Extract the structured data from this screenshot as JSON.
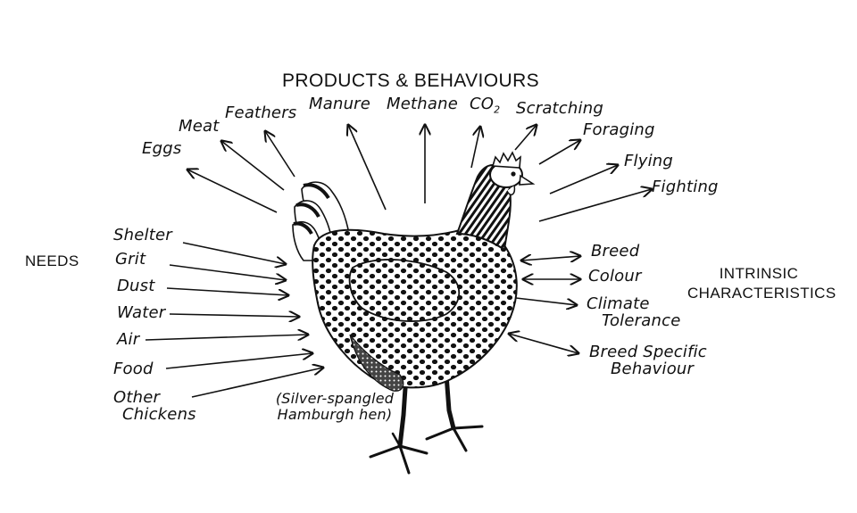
{
  "heading": "PRODUCTS & BEHAVIOURS",
  "needs_heading": "NEEDS",
  "intrinsic_heading_line1": "INTRINSIC",
  "intrinsic_heading_line2": "CHARACTERISTICS",
  "products": {
    "eggs": "Eggs",
    "meat": "Meat",
    "feathers": "Feathers",
    "manure": "Manure",
    "methane": "Methane",
    "co2_base": "CO",
    "co2_sub": "2",
    "scratching": "Scratching",
    "foraging": "Foraging",
    "flying": "Flying",
    "fighting": "Fighting"
  },
  "needs": {
    "shelter": "Shelter",
    "grit": "Grit",
    "dust": "Dust",
    "water": "Water",
    "air": "Air",
    "food": "Food",
    "other_line1": "Other",
    "other_line2": "Chickens"
  },
  "intrinsic": {
    "breed": "Breed",
    "colour": "Colour",
    "climate_line1": "Climate",
    "climate_line2": "Tolerance",
    "specific_line1": "Breed Specific",
    "specific_line2": "Behaviour"
  },
  "caption_line1": "(Silver-spangled",
  "caption_line2": "Hamburgh hen)"
}
